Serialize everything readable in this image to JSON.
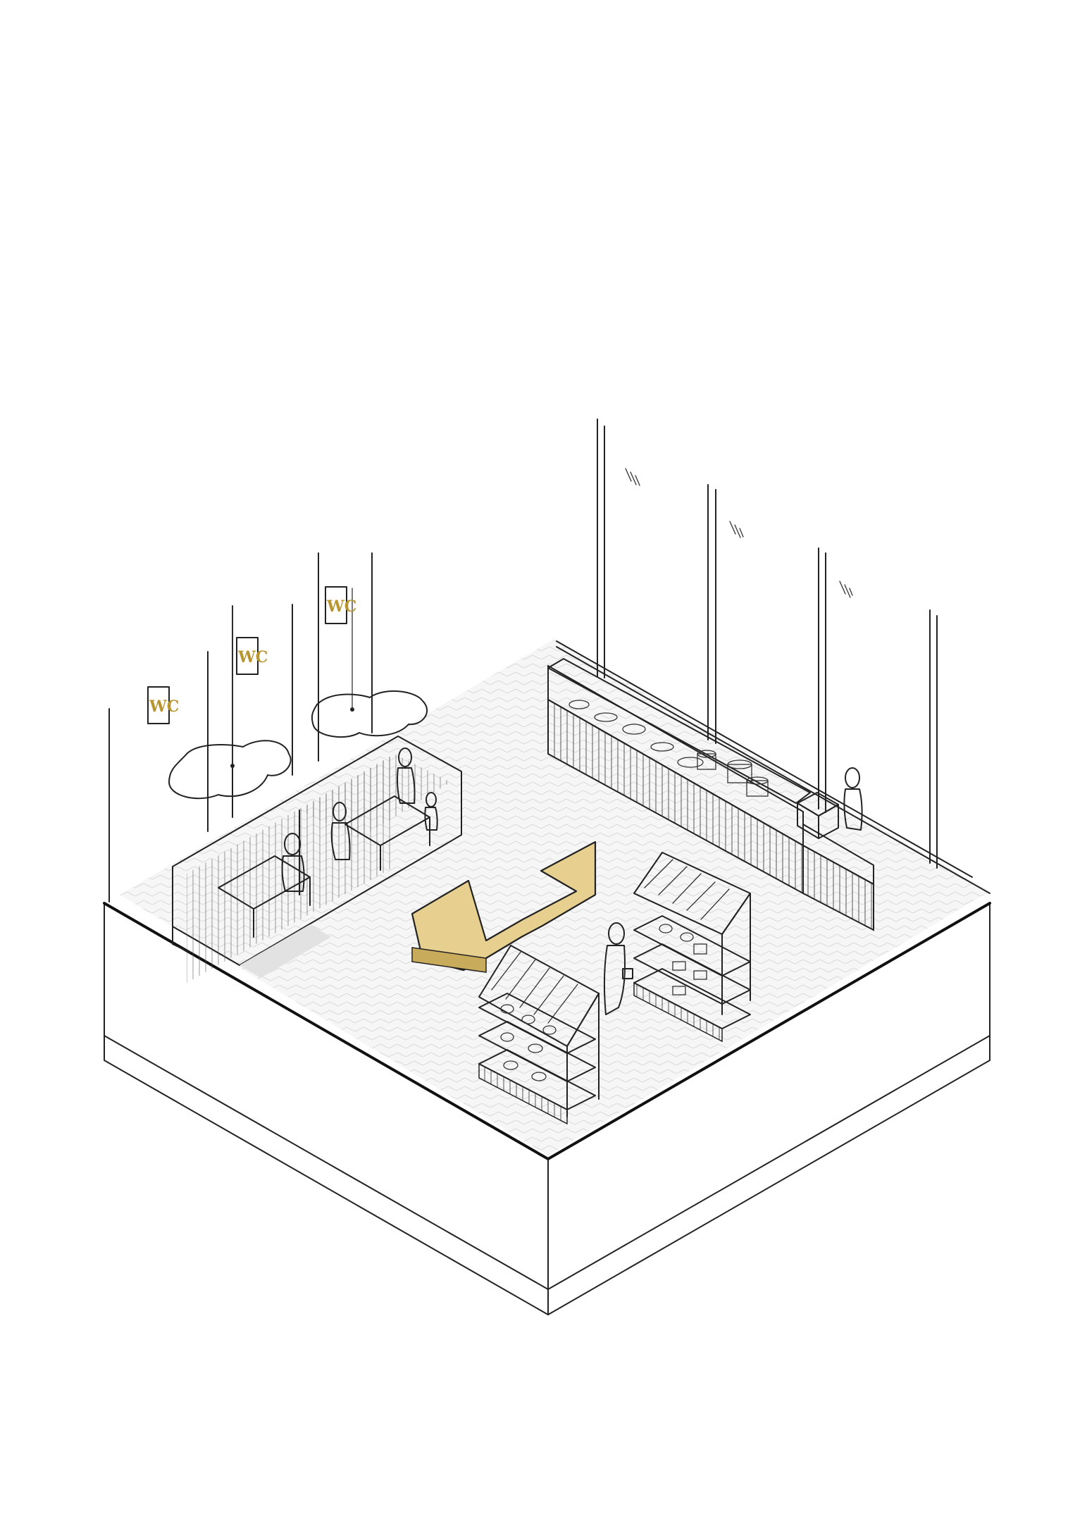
{
  "signs": [
    {
      "text": "WC"
    },
    {
      "text": "WC"
    },
    {
      "text": "WC"
    }
  ],
  "colors": {
    "arrow_fill": "#e6cf8f",
    "arrow_dark": "#c9ab5c",
    "sign_gold": "#b8952f",
    "floor_fill": "#f6f6f6",
    "line": "#222222"
  }
}
